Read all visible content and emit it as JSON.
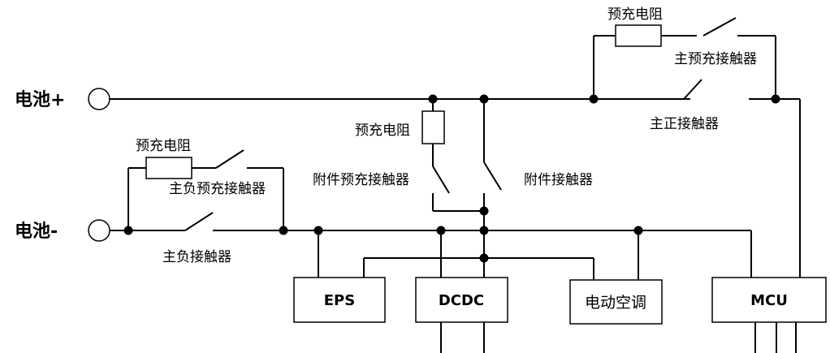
{
  "terminals": {
    "battery_pos": "电池+",
    "battery_neg": "电池-"
  },
  "labels": {
    "main_precharge_resistor": "预充电阻",
    "main_precharge_contactor": "主预充接触器",
    "main_positive_contactor": "主正接触器",
    "acc_precharge_resistor": "预充电阻",
    "acc_precharge_contactor": "附件预充接触器",
    "acc_contactor": "附件接触器",
    "neg_precharge_resistor": "预充电阻",
    "neg_precharge_contactor": "主负预充接触器",
    "main_negative_contactor": "主负接触器"
  },
  "blocks": {
    "eps": "EPS",
    "dcdc": "DCDC",
    "aircon": "电动空调",
    "mcu": "MCU"
  }
}
